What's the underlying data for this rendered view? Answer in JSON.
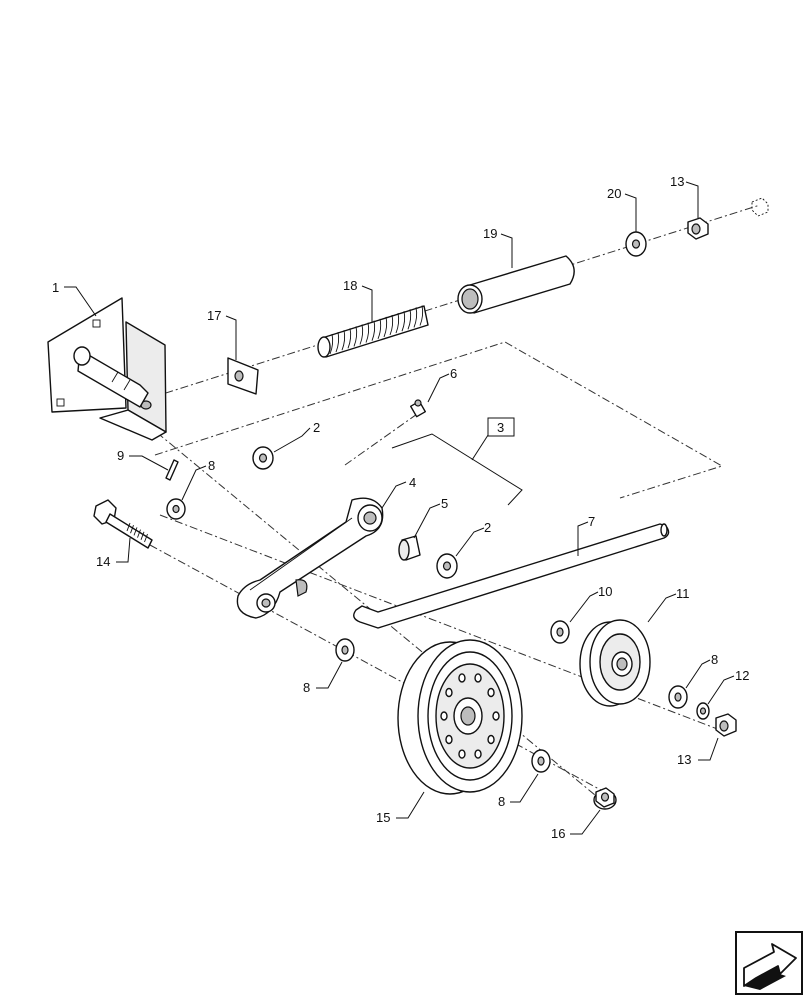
{
  "callouts": [
    {
      "id": "callout-1",
      "label": "1"
    },
    {
      "id": "callout-2a",
      "label": "2"
    },
    {
      "id": "callout-2b",
      "label": "2"
    },
    {
      "id": "callout-3",
      "label": "3"
    },
    {
      "id": "callout-4",
      "label": "4"
    },
    {
      "id": "callout-5",
      "label": "5"
    },
    {
      "id": "callout-6",
      "label": "6"
    },
    {
      "id": "callout-7",
      "label": "7"
    },
    {
      "id": "callout-8a",
      "label": "8"
    },
    {
      "id": "callout-8b",
      "label": "8"
    },
    {
      "id": "callout-8c",
      "label": "8"
    },
    {
      "id": "callout-8d",
      "label": "8"
    },
    {
      "id": "callout-9",
      "label": "9"
    },
    {
      "id": "callout-10",
      "label": "10"
    },
    {
      "id": "callout-11",
      "label": "11"
    },
    {
      "id": "callout-12",
      "label": "12"
    },
    {
      "id": "callout-13a",
      "label": "13"
    },
    {
      "id": "callout-13b",
      "label": "13"
    },
    {
      "id": "callout-14",
      "label": "14"
    },
    {
      "id": "callout-15",
      "label": "15"
    },
    {
      "id": "callout-16",
      "label": "16"
    },
    {
      "id": "callout-17",
      "label": "17"
    },
    {
      "id": "callout-18",
      "label": "18"
    },
    {
      "id": "callout-19",
      "label": "19"
    },
    {
      "id": "callout-20",
      "label": "20"
    }
  ],
  "nav_icon": "arrow-next-page-icon"
}
